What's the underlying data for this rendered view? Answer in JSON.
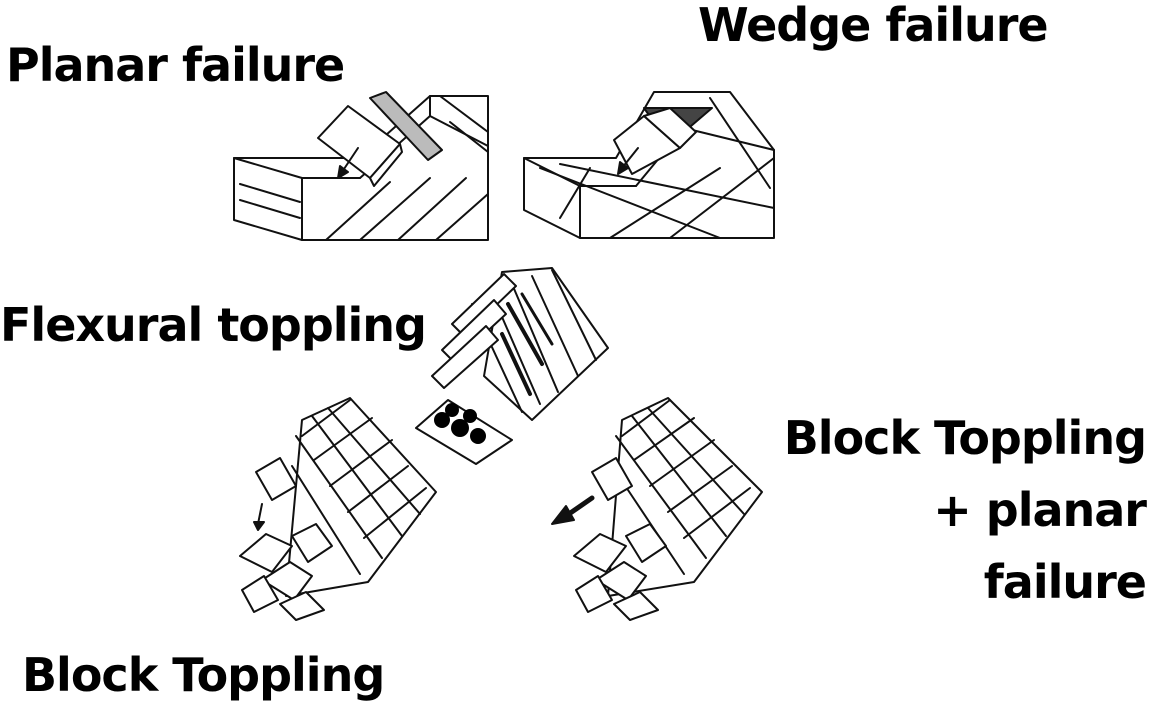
{
  "labels": {
    "planar": "Planar failure",
    "wedge": "Wedge failure",
    "flexural": "Flexural toppling",
    "block": "Block Toppling",
    "combo_line1": "Block Toppling",
    "combo_line2": "+ planar",
    "combo_line3": "failure"
  }
}
